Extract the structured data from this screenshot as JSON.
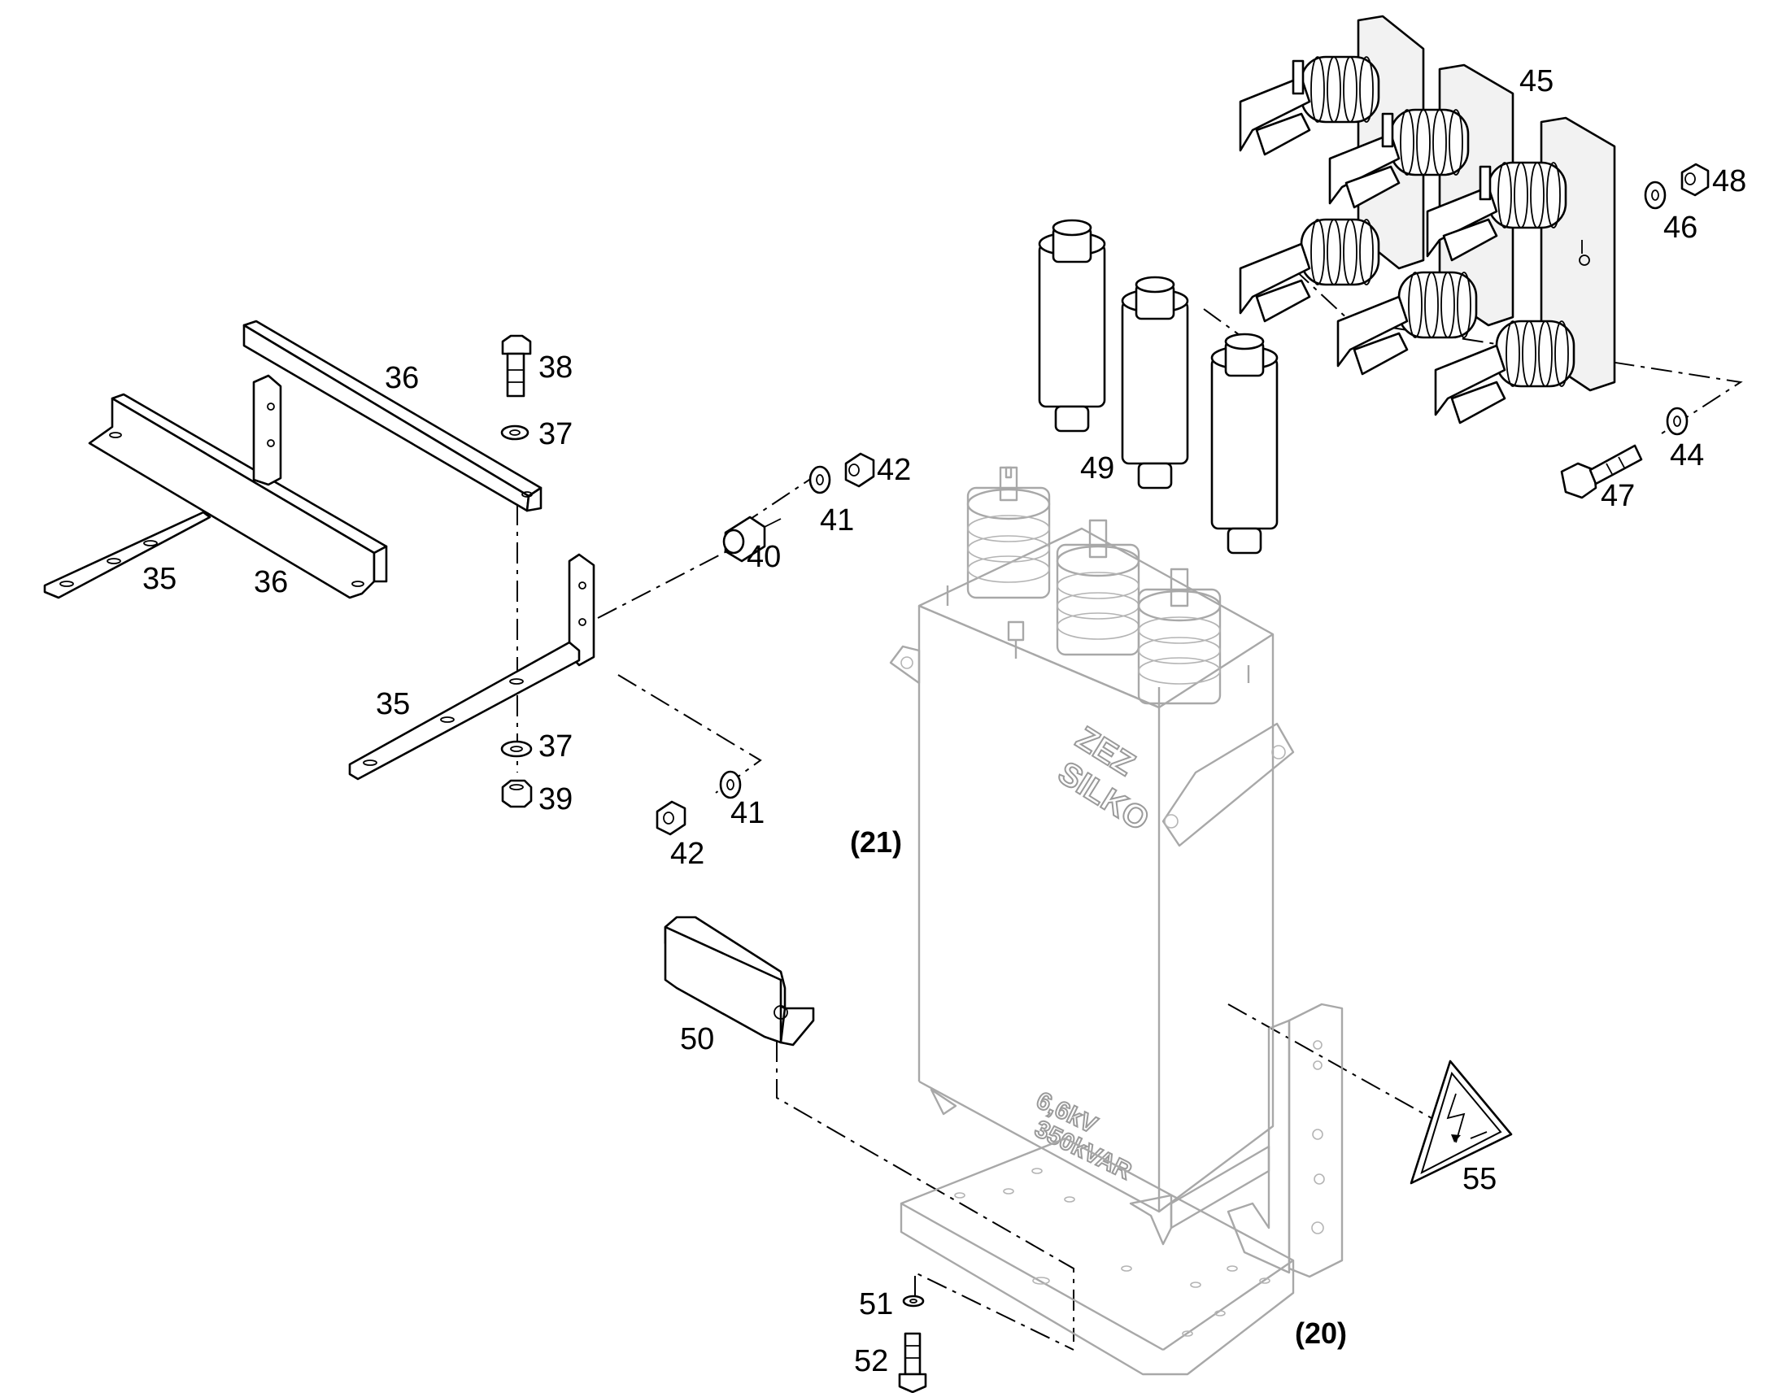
{
  "diagram": {
    "part_labels": {
      "p35a": "35",
      "p35b": "35",
      "p36a": "36",
      "p36b": "36",
      "p37a": "37",
      "p37b": "37",
      "p38": "38",
      "p39": "39",
      "p40": "40",
      "p41a": "41",
      "p41b": "41",
      "p42a": "42",
      "p42b": "42",
      "p44": "44",
      "p45": "45",
      "p46": "46",
      "p47": "47",
      "p48": "48",
      "p49": "49",
      "p50": "50",
      "p51": "51",
      "p52": "52",
      "p55": "55"
    },
    "assembly_labels": {
      "a20": "(20)",
      "a21": "(21)"
    },
    "capacitor_markings": {
      "brand_line1": "ZEZ",
      "brand_line2": "SILKO",
      "voltage": "6,6kV",
      "power": "350kVAR"
    }
  }
}
